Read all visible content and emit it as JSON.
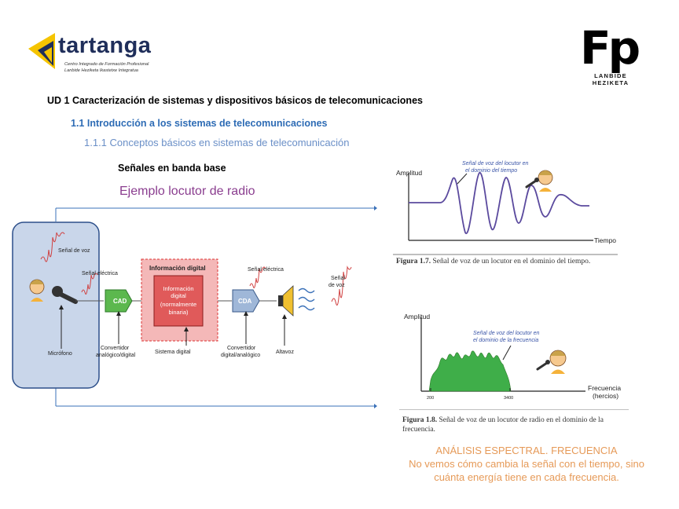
{
  "header": {
    "left_logo": {
      "name": "tartanga",
      "subtitle_line1": "Centro Integrado de Formación Profesional",
      "subtitle_line2": "Lanbide Heziketa Ikastetxe Integratua",
      "accent": "#f5c400",
      "brand": "#1f2e5a"
    },
    "right_logo": {
      "letters": "Fp",
      "line1": "LANBIDE",
      "line2": "HEZIKETA"
    }
  },
  "headings": {
    "unit": "UD 1 Caracterización de sistemas y dispositivos básicos de telecomunicaciones",
    "section": "1.1 Introducción a los sistemas de telecomunicaciones",
    "subsection": "1.1.1 Conceptos básicos en sistemas de telecomunicación",
    "topic": "Señales en banda base",
    "example": "Ejemplo locutor de radio"
  },
  "diagram": {
    "voice_signal": "Señal de voz",
    "electric_signal_left": "Señal eléctrica",
    "digital_info_title": "Información digital",
    "digital_box_line1": "Información",
    "digital_box_line2": "digital",
    "digital_box_line3": "(normalmente",
    "digital_box_line4": "binaria)",
    "electric_signal_right": "Señal eléctrica",
    "voice_signal_out_1": "Señal",
    "voice_signal_out_2": "de voz",
    "cad": "CAD",
    "cda": "CDA",
    "microphone": "Micrófono",
    "converter_ad_1": "Convertidor",
    "converter_ad_2": "analógico/digital",
    "digital_system": "Sistema digital",
    "converter_da_1": "Convertidor",
    "converter_da_2": "digital/analógico",
    "speaker": "Altavoz"
  },
  "figure_time": {
    "ylabel": "Amplitud",
    "xlabel": "Tiempo",
    "annotation_1": "Señal de voz del locutor en",
    "annotation_2": "el dominio del tiempo",
    "caption_label": "Figura 1.7.",
    "caption_text": "Señal de voz de un locutor en el dominio del tiempo."
  },
  "figure_freq": {
    "ylabel": "Amplitud",
    "xlabel_1": "Frecuencia",
    "xlabel_2": "(hercios)",
    "tick_left": "200",
    "tick_right": "3400",
    "annotation_1": "Señal de voz del locutor en",
    "annotation_2": "el dominio de la frecuencia",
    "caption_label": "Figura 1.8.",
    "caption_text_1": "Señal de voz de un locutor de radio en el dominio de la",
    "caption_text_2": "frecuencia."
  },
  "analysis": {
    "title": "ANÁLISIS ESPECTRAL. FRECUENCIA",
    "line1": "No vemos cómo cambia la señal con el tiempo, sino",
    "line2": "cuánta energía tiene en cada frecuencia."
  },
  "colors": {
    "heading_blue": "#2e6cb5",
    "sub_blue": "#6a8fc7",
    "example_purple": "#8a3d8f",
    "analysis_orange": "#e69a58",
    "spectrum_green": "#3fae49",
    "wave_purple": "#5b4a9e",
    "highlight_box": "#c9d6ea"
  }
}
